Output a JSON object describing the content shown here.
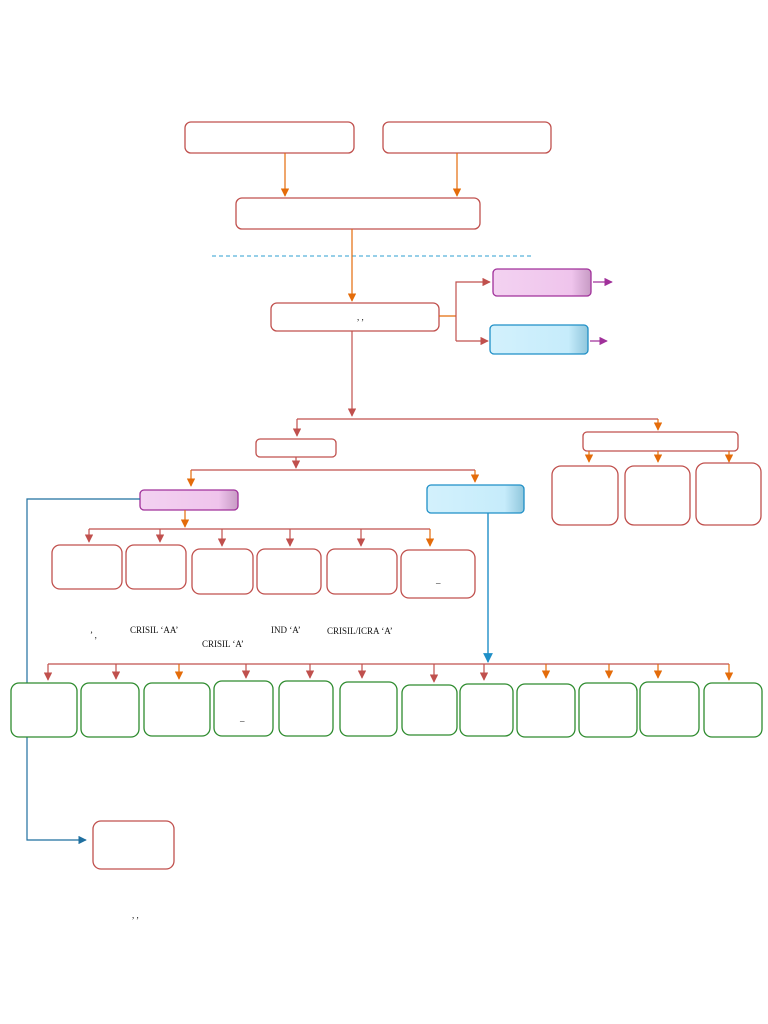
{
  "colors": {
    "red": "#c0504d",
    "orange": "#e46c0a",
    "green": "#2e8b2e",
    "blue": "#1f8fc7",
    "purple": "#a0309a",
    "pink_fill": "#f1c8ee",
    "cyan_fill": "#c9edfb",
    "dashed": "#2e9fd0"
  },
  "annotations": {
    "crisil_aa": "CRISIL ‘AA’",
    "crisil_a": "CRISIL ‘A’",
    "ind_a": "IND ‘A’",
    "crisil_icra_a": "CRISIL/ICRA ‘A’",
    "comma_mark": ",   ,",
    "small_mark": "’  ,",
    "dash": "–",
    "bottom_mark": ",   ,"
  }
}
